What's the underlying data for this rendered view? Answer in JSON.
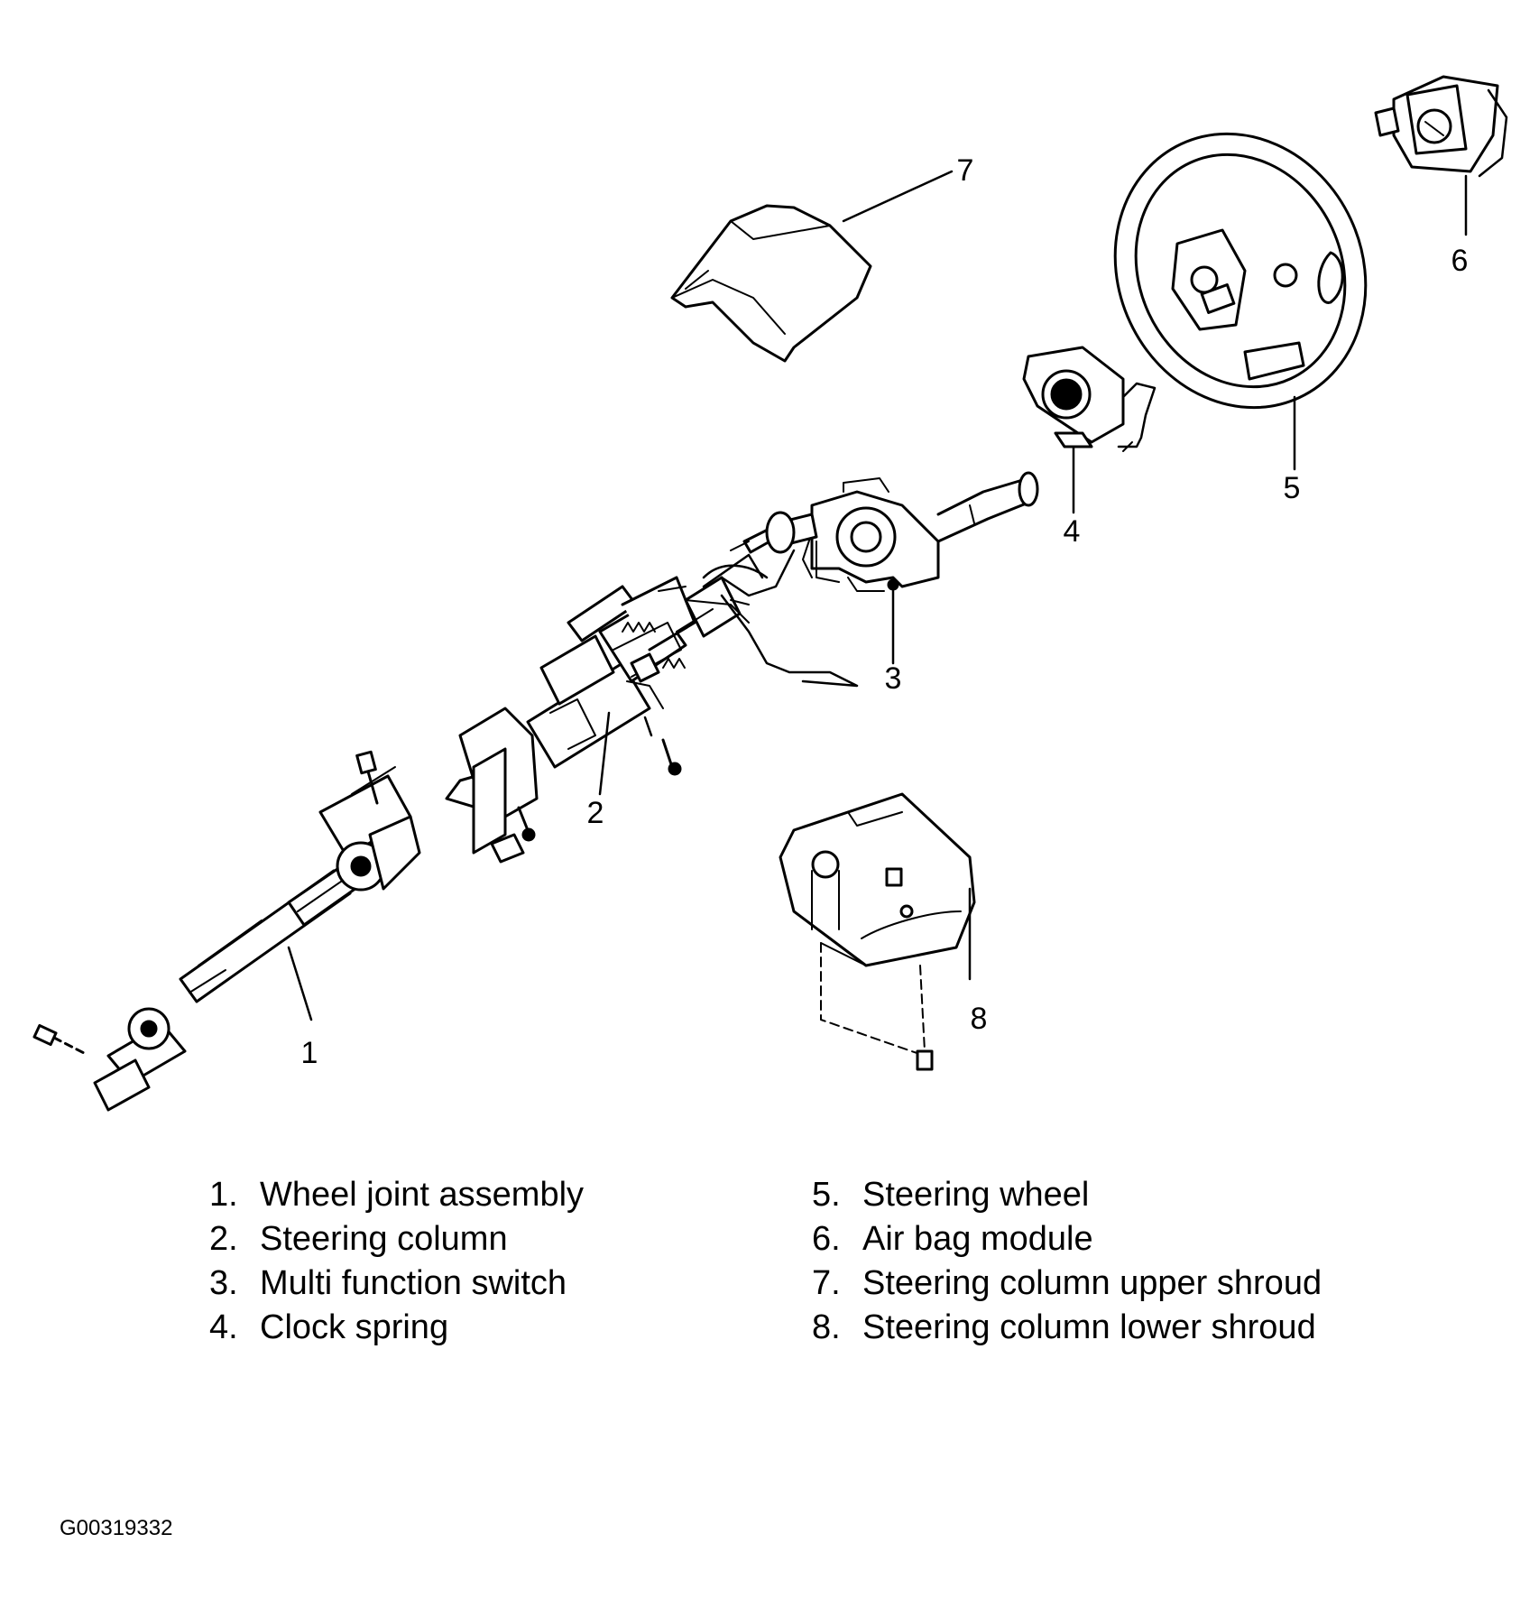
{
  "callouts": [
    "1",
    "2",
    "3",
    "4",
    "5",
    "6",
    "7",
    "8"
  ],
  "legend": [
    {
      "num": "1.",
      "label": "Wheel joint assembly"
    },
    {
      "num": "2.",
      "label": "Steering column"
    },
    {
      "num": "3.",
      "label": "Multi function switch"
    },
    {
      "num": "4.",
      "label": "Clock spring"
    },
    {
      "num": "5.",
      "label": "Steering wheel"
    },
    {
      "num": "6.",
      "label": "Air bag module"
    },
    {
      "num": "7.",
      "label": "Steering column upper shroud"
    },
    {
      "num": "8.",
      "label": "Steering column lower shroud"
    }
  ],
  "figure_id": "G00319332"
}
